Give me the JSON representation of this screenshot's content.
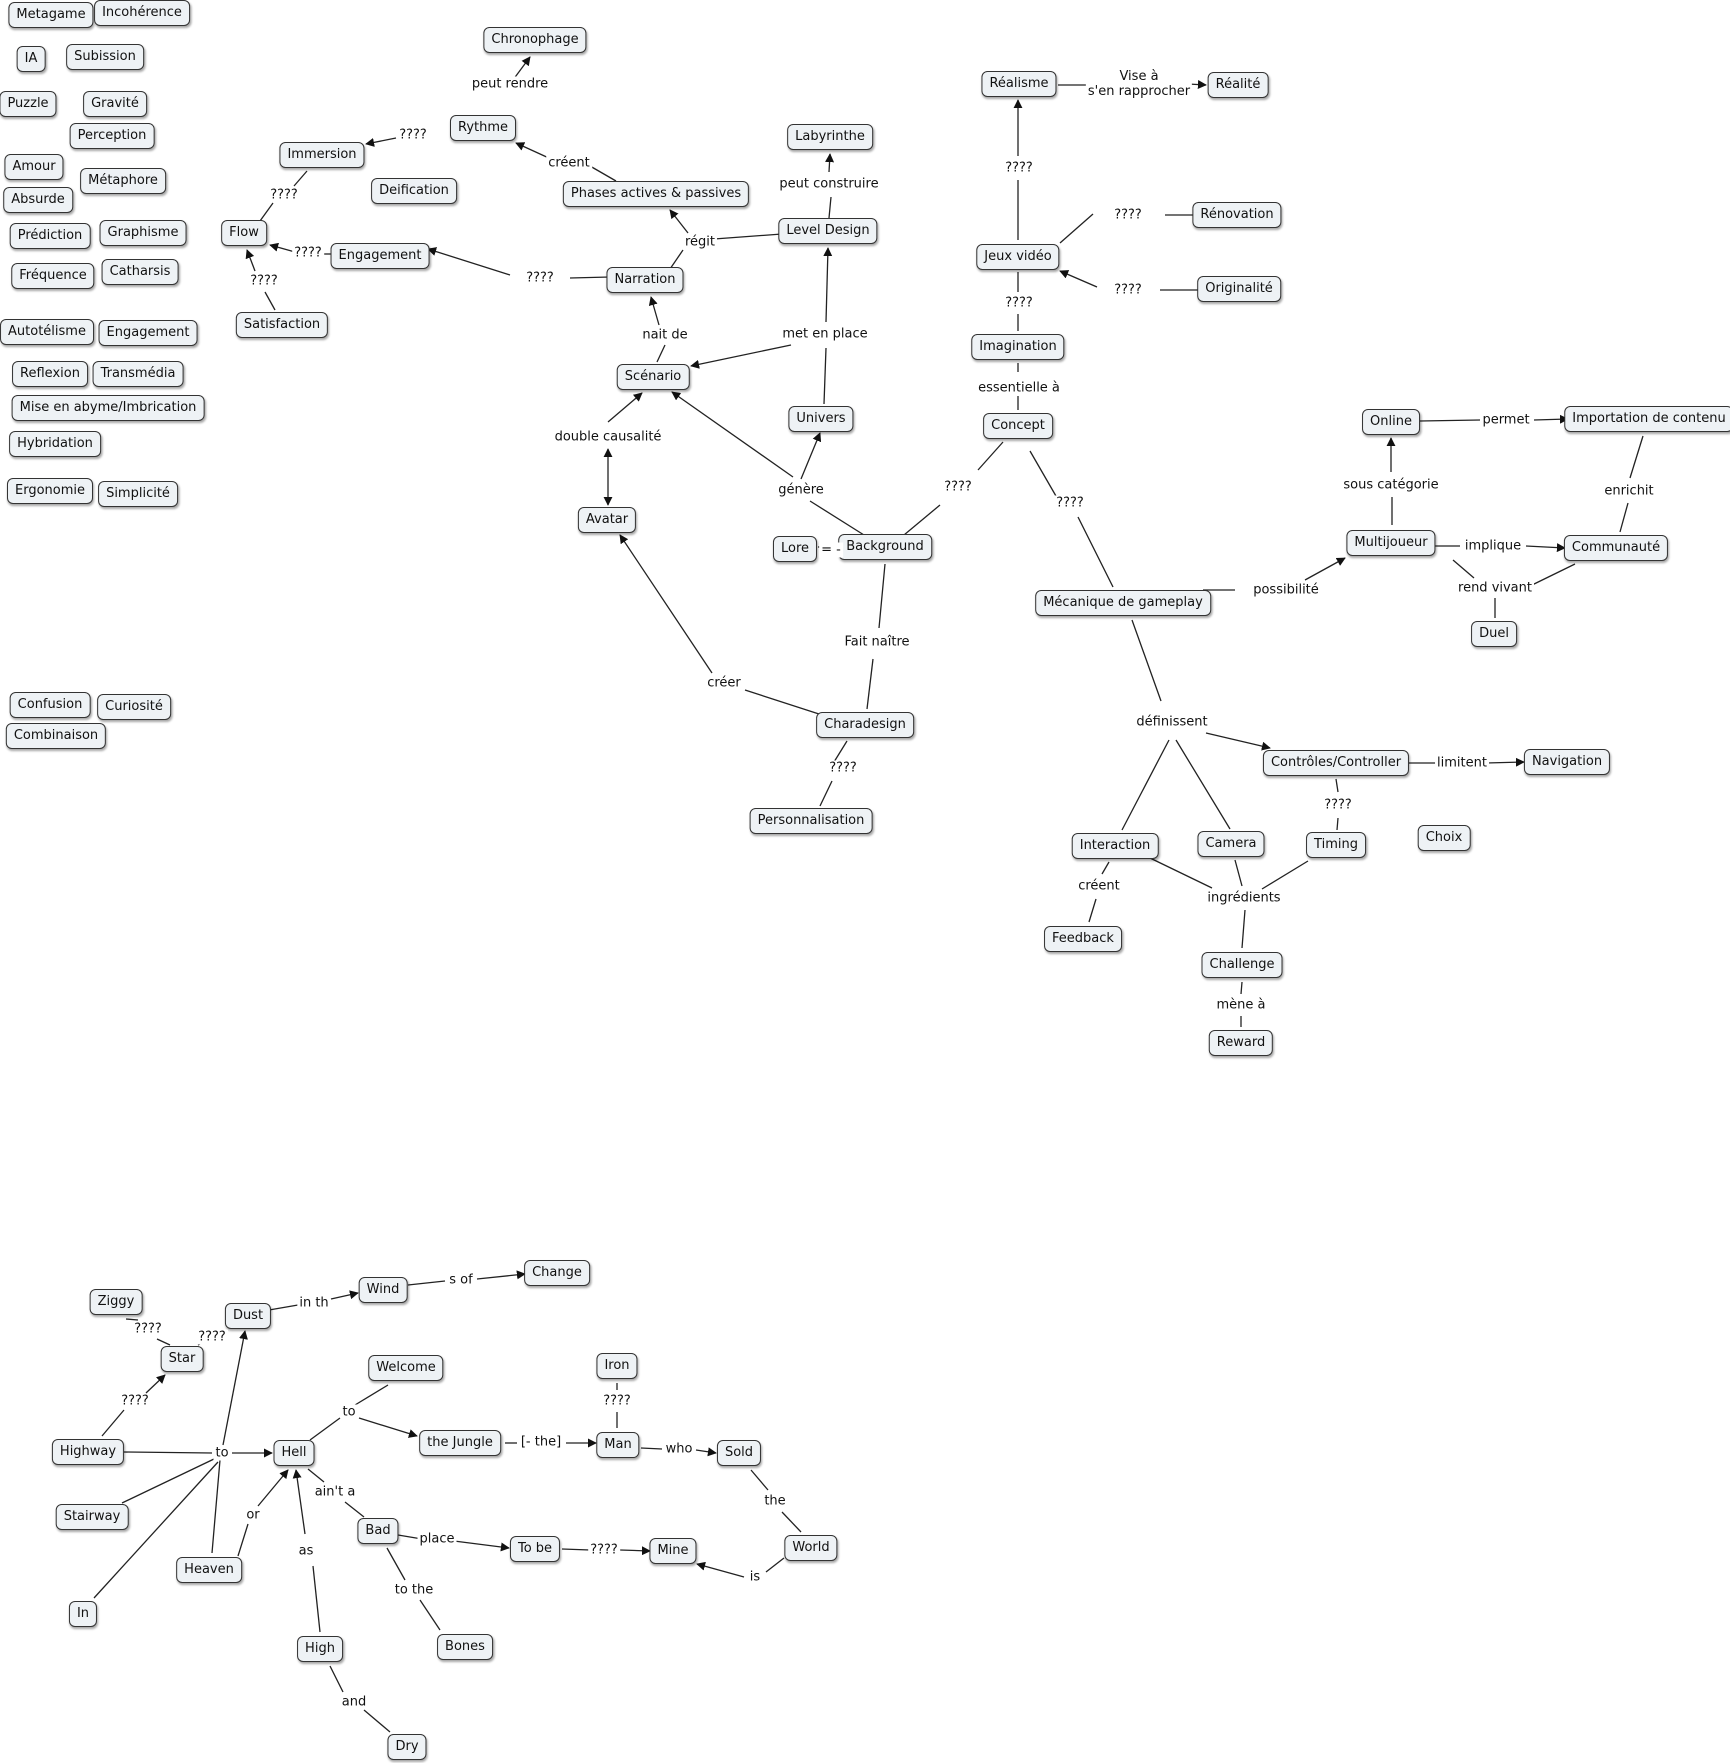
{
  "concepts": {
    "metagame": "Metagame",
    "incoherence": "Incohérence",
    "ia": "IA",
    "subission": "Subission",
    "puzzle": "Puzzle",
    "gravite": "Gravité",
    "perception": "Perception",
    "amour": "Amour",
    "metaphore": "Métaphore",
    "absurde": "Absurde",
    "prediction": "Prédiction",
    "graphisme": "Graphisme",
    "frequence": "Fréquence",
    "catharsis": "Catharsis",
    "autotelisme": "Autotélisme",
    "engagement2": "Engagement",
    "reflexion": "Reflexion",
    "transmedia": "Transmédia",
    "abyme": "Mise en abyme/Imbrication",
    "hybridation": "Hybridation",
    "ergonomie": "Ergonomie",
    "simplicite": "Simplicité",
    "confusion": "Confusion",
    "curiosite": "Curiosité",
    "combinaison": "Combinaison",
    "chronophage": "Chronophage",
    "rythme": "Rythme",
    "immersion": "Immersion",
    "deification": "Deification",
    "flow": "Flow",
    "engagement": "Engagement",
    "satisfaction": "Satisfaction",
    "phases": "Phases actives & passives",
    "labyrinthe": "Labyrinthe",
    "level_design": "Level Design",
    "narration": "Narration",
    "scenario": "Scénario",
    "univers": "Univers",
    "avatar": "Avatar",
    "lore": "Lore",
    "background": "Background",
    "charadesign": "Charadesign",
    "personnalisation": "Personnalisation",
    "realisme": "Réalisme",
    "realite": "Réalité",
    "renovation": "Rénovation",
    "jeux_video": "Jeux vidéo",
    "originalite": "Originalité",
    "imagination": "Imagination",
    "concept": "Concept",
    "online": "Online",
    "importation": "Importation de contenu",
    "multijoueur": "Multijoueur",
    "communaute": "Communauté",
    "duel": "Duel",
    "mecanique": "Mécanique de gameplay",
    "controles": "Contrôles/Controller",
    "navigation": "Navigation",
    "choix": "Choix",
    "interaction": "Interaction",
    "camera": "Camera",
    "timing": "Timing",
    "feedback": "Feedback",
    "challenge": "Challenge",
    "reward": "Reward",
    "ziggy": "Ziggy",
    "dust": "Dust",
    "wind": "Wind",
    "change": "Change",
    "star": "Star",
    "welcome": "Welcome",
    "iron": "Iron",
    "highway": "Highway",
    "hell": "Hell",
    "jungle": "the Jungle",
    "man": "Man",
    "sold": "Sold",
    "stairway": "Stairway",
    "bad": "Bad",
    "tobe": "To be",
    "mine": "Mine",
    "world": "World",
    "heaven": "Heaven",
    "in": "In",
    "high": "High",
    "bones": "Bones",
    "dry": "Dry"
  },
  "link_labels": {
    "peut_rendre": "peut rendre",
    "q_rythme_immersion": "????",
    "creent_phases": "créent",
    "q_immersion_flow": "????",
    "q_engagement_flow": "????",
    "q_satisfaction_flow": "????",
    "q_narration_engagement": "????",
    "regit": "régit",
    "peut_construire": "peut construire",
    "nait_de": "nait de",
    "met_en_place": "met en place",
    "double_causalite": "double causalité",
    "genere": "génère",
    "lore_eq": "= -",
    "fait_naitre": "Fait naître",
    "creer": "créer",
    "q_chara_perso": "????",
    "vise_a": "Vise à\ns'en rapprocher",
    "q_jv_realisme": "????",
    "q_renovation": "????",
    "q_originalite": "????",
    "q_imagination_jv": "????",
    "essentielle_a": "essentielle à",
    "q_background_concept": "????",
    "q_concept_mecanique": "????",
    "permet": "permet",
    "sous_categorie": "sous catégorie",
    "enrichit": "enrichit",
    "implique": "implique",
    "rend_vivant": "rend vivant",
    "possibilite": "possibilité",
    "definissent": "définissent",
    "limitent": "limitent",
    "q_controles_timing": "????",
    "ingredients": "ingrédients",
    "creent_feedback": "créent",
    "mene_a": "mène à",
    "q_ziggy_star": "????",
    "q_star_dust": "????",
    "in_th": "in th",
    "s_of": "s of",
    "q_highway_star": "????",
    "to_main": "to",
    "to_jungle": "to",
    "the_man": "[- the]",
    "q_iron_man": "????",
    "who": "who",
    "aint_a": "ain't a",
    "place": "place",
    "q_tobe_mine": "????",
    "the_sold_world": "the",
    "is": "is",
    "or": "or",
    "as": "as",
    "to_the": "to the",
    "and": "and"
  }
}
